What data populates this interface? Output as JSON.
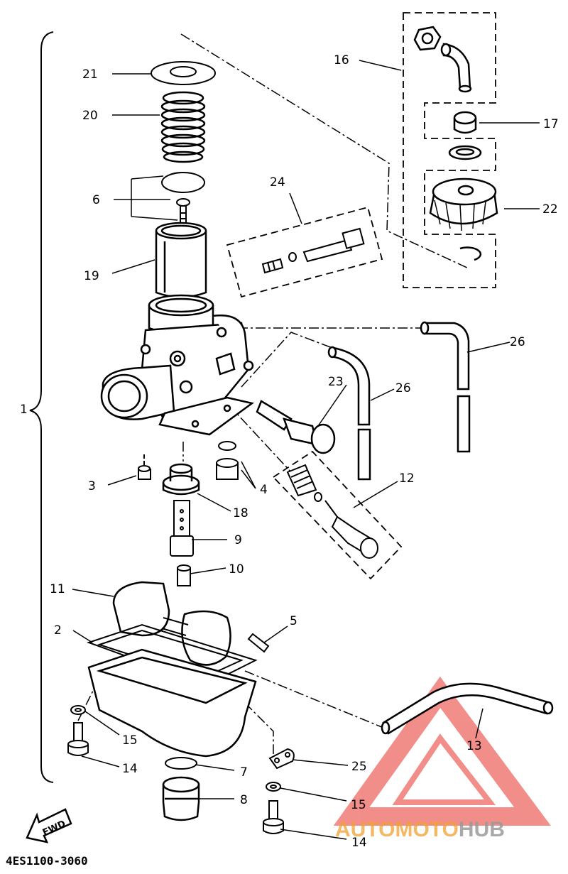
{
  "labels": {
    "l1": "1",
    "l2": "2",
    "l3": "3",
    "l4": "4",
    "l5": "5",
    "l6": "6",
    "l7": "7",
    "l8": "8",
    "l9": "9",
    "l10": "10",
    "l11": "11",
    "l12": "12",
    "l13": "13",
    "l14a": "14",
    "l14b": "14",
    "l15a": "15",
    "l15b": "15",
    "l16": "16",
    "l17": "17",
    "l18": "18",
    "l19": "19",
    "l20": "20",
    "l21": "21",
    "l22": "22",
    "l23": "23",
    "l24": "24",
    "l25": "25",
    "l26a": "26",
    "l26b": "26"
  },
  "fwd_label": "FWD",
  "diagram_code": "4ES1100-3060",
  "watermark": {
    "part1": "AUTOMOTO",
    "part2": "HUB"
  },
  "colors": {
    "line": "#000000",
    "watermark_red": "#e8332a",
    "watermark_orange": "#f0a030",
    "watermark_gray": "#9a9a9a"
  },
  "icons": {
    "fwd": "fwd-arrow-icon",
    "logo": "automotohub-logo-icon"
  }
}
